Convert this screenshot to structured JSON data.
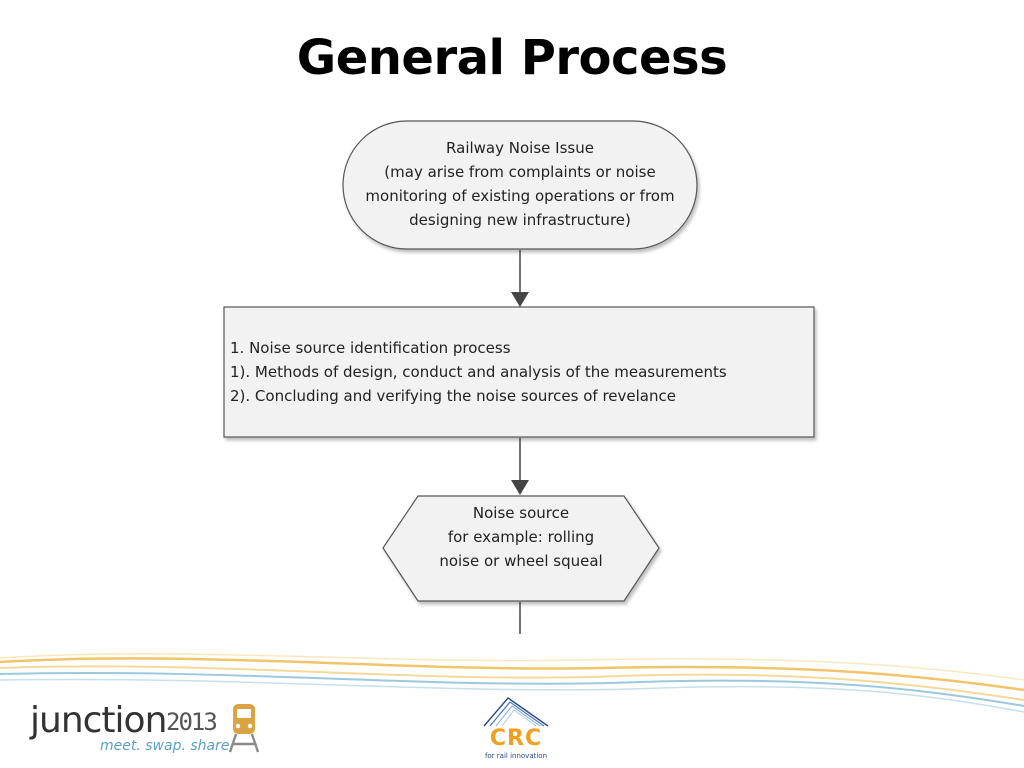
{
  "slide": {
    "title": "General Process"
  },
  "flowchart": {
    "start_node": {
      "lines": [
        "Railway Noise Issue",
        "(may arise from complaints or noise",
        "monitoring of existing operations or from",
        "designing new infrastructure)"
      ]
    },
    "process_box": {
      "lines": [
        "1. Noise source identification process",
        "1). Methods of design, conduct and analysis of the measurements",
        "2). Concluding and verifying the noise sources of revelance"
      ]
    },
    "output_node": {
      "lines": [
        "Noise source",
        "for example: rolling",
        "noise or wheel squeal"
      ]
    }
  },
  "footer": {
    "junction_logo": {
      "word": "junction",
      "year": "2013",
      "tagline": "meet. swap. share."
    },
    "crc_logo": {
      "word": "CRC",
      "tagline": "for rail innovation"
    }
  },
  "colors": {
    "node_fill": "#f2f2f2",
    "node_stroke": "#555555",
    "wave_gold": "#f2c46a",
    "wave_blue": "#7fb8d6",
    "crc_orange": "#f0a020",
    "crc_blue": "#2a4a8a"
  }
}
